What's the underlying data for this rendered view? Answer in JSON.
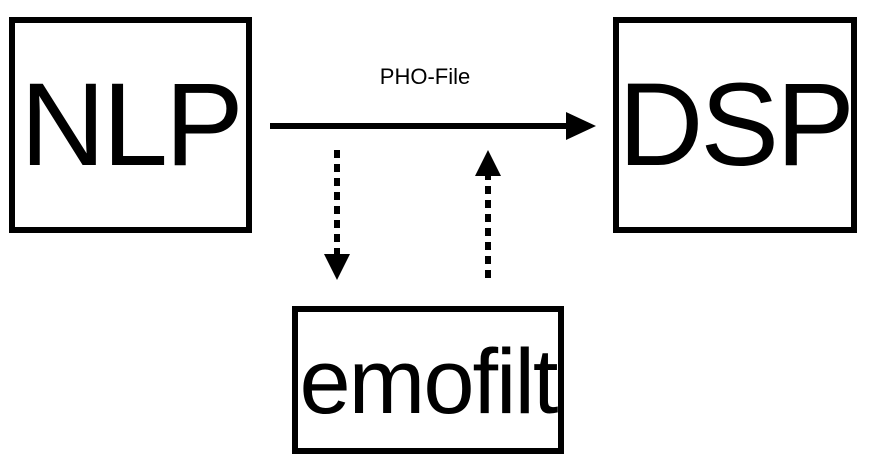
{
  "diagram": {
    "nodes": {
      "nlp": "NLP",
      "dsp": "DSP",
      "emofilt": "emofilt"
    },
    "edges": {
      "nlp_to_dsp_label": "PHO-File"
    },
    "colors": {
      "stroke": "#000000",
      "background": "#ffffff"
    }
  }
}
